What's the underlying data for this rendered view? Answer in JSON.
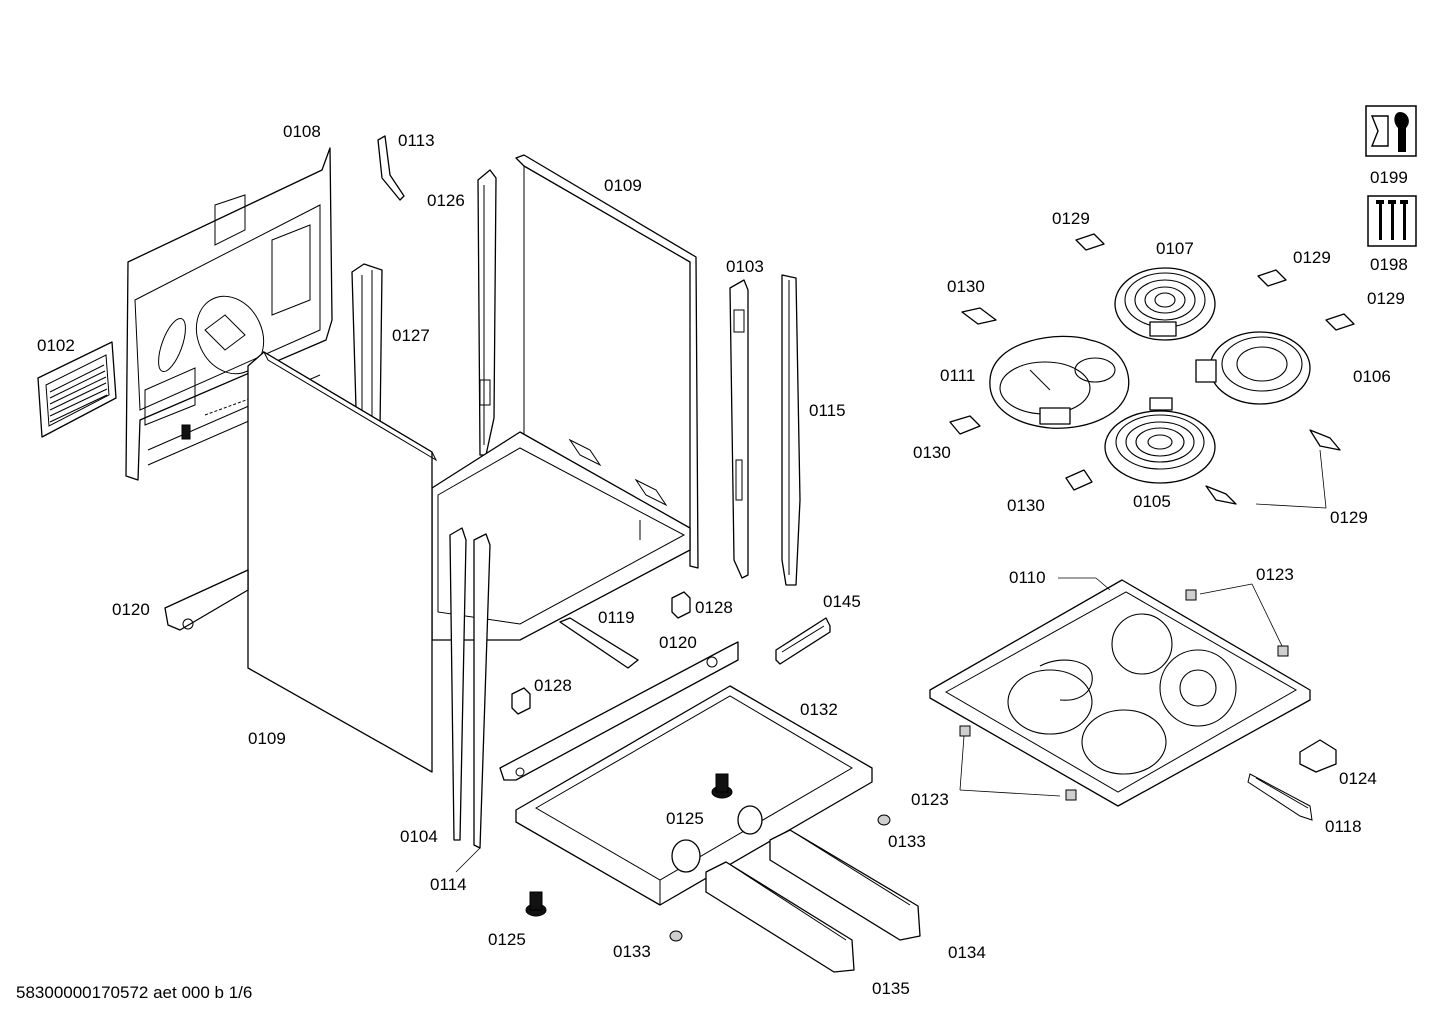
{
  "labels": {
    "l0108": "0108",
    "l0113": "0113",
    "l0126": "0126",
    "l0109a": "0109",
    "l0109b": "0109",
    "l0102": "0102",
    "l0127": "0127",
    "l0103": "0103",
    "l0115": "0115",
    "l0120a": "0120",
    "l0120b": "0120",
    "l0119": "0119",
    "l0128a": "0128",
    "l0128b": "0128",
    "l0145": "0145",
    "l0132": "0132",
    "l0104": "0104",
    "l0114": "0114",
    "l0125a": "0125",
    "l0125b": "0125",
    "l0133a": "0133",
    "l0133b": "0133",
    "l0134": "0134",
    "l0135": "0135",
    "l0199": "0199",
    "l0198": "0198",
    "l0129a": "0129",
    "l0129b": "0129",
    "l0129c": "0129",
    "l0129d": "0129",
    "l0107": "0107",
    "l0130a": "0130",
    "l0130b": "0130",
    "l0130c": "0130",
    "l0111": "0111",
    "l0106": "0106",
    "l0105": "0105",
    "l0110": "0110",
    "l0123a": "0123",
    "l0123b": "0123",
    "l0124": "0124",
    "l0118": "0118"
  },
  "footer": "58300000170572 aet 000 b 1/6",
  "icons": [
    "service-wrench-icon",
    "screws-kit-icon"
  ]
}
